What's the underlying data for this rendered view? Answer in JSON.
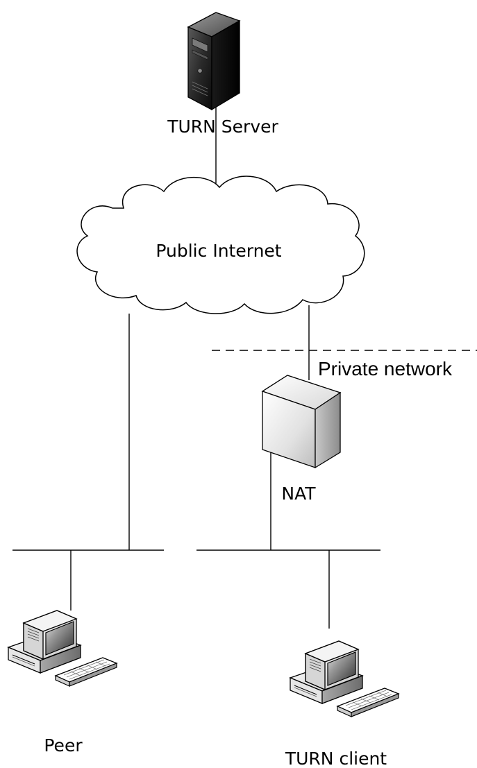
{
  "nodes": {
    "turn_server": {
      "label": "TURN Server",
      "icon": "server-tower-icon"
    },
    "internet": {
      "label": "Public Internet",
      "icon": "cloud-icon"
    },
    "nat": {
      "label": "NAT",
      "icon": "nat-box-icon"
    },
    "peer": {
      "label": "Peer",
      "icon": "desktop-computer-icon"
    },
    "turn_client": {
      "label": "TURN client",
      "icon": "desktop-computer-icon"
    }
  },
  "boundary": {
    "label": "Private network",
    "style": "dashed"
  },
  "colors": {
    "line": "#000000",
    "background": "#ffffff"
  }
}
